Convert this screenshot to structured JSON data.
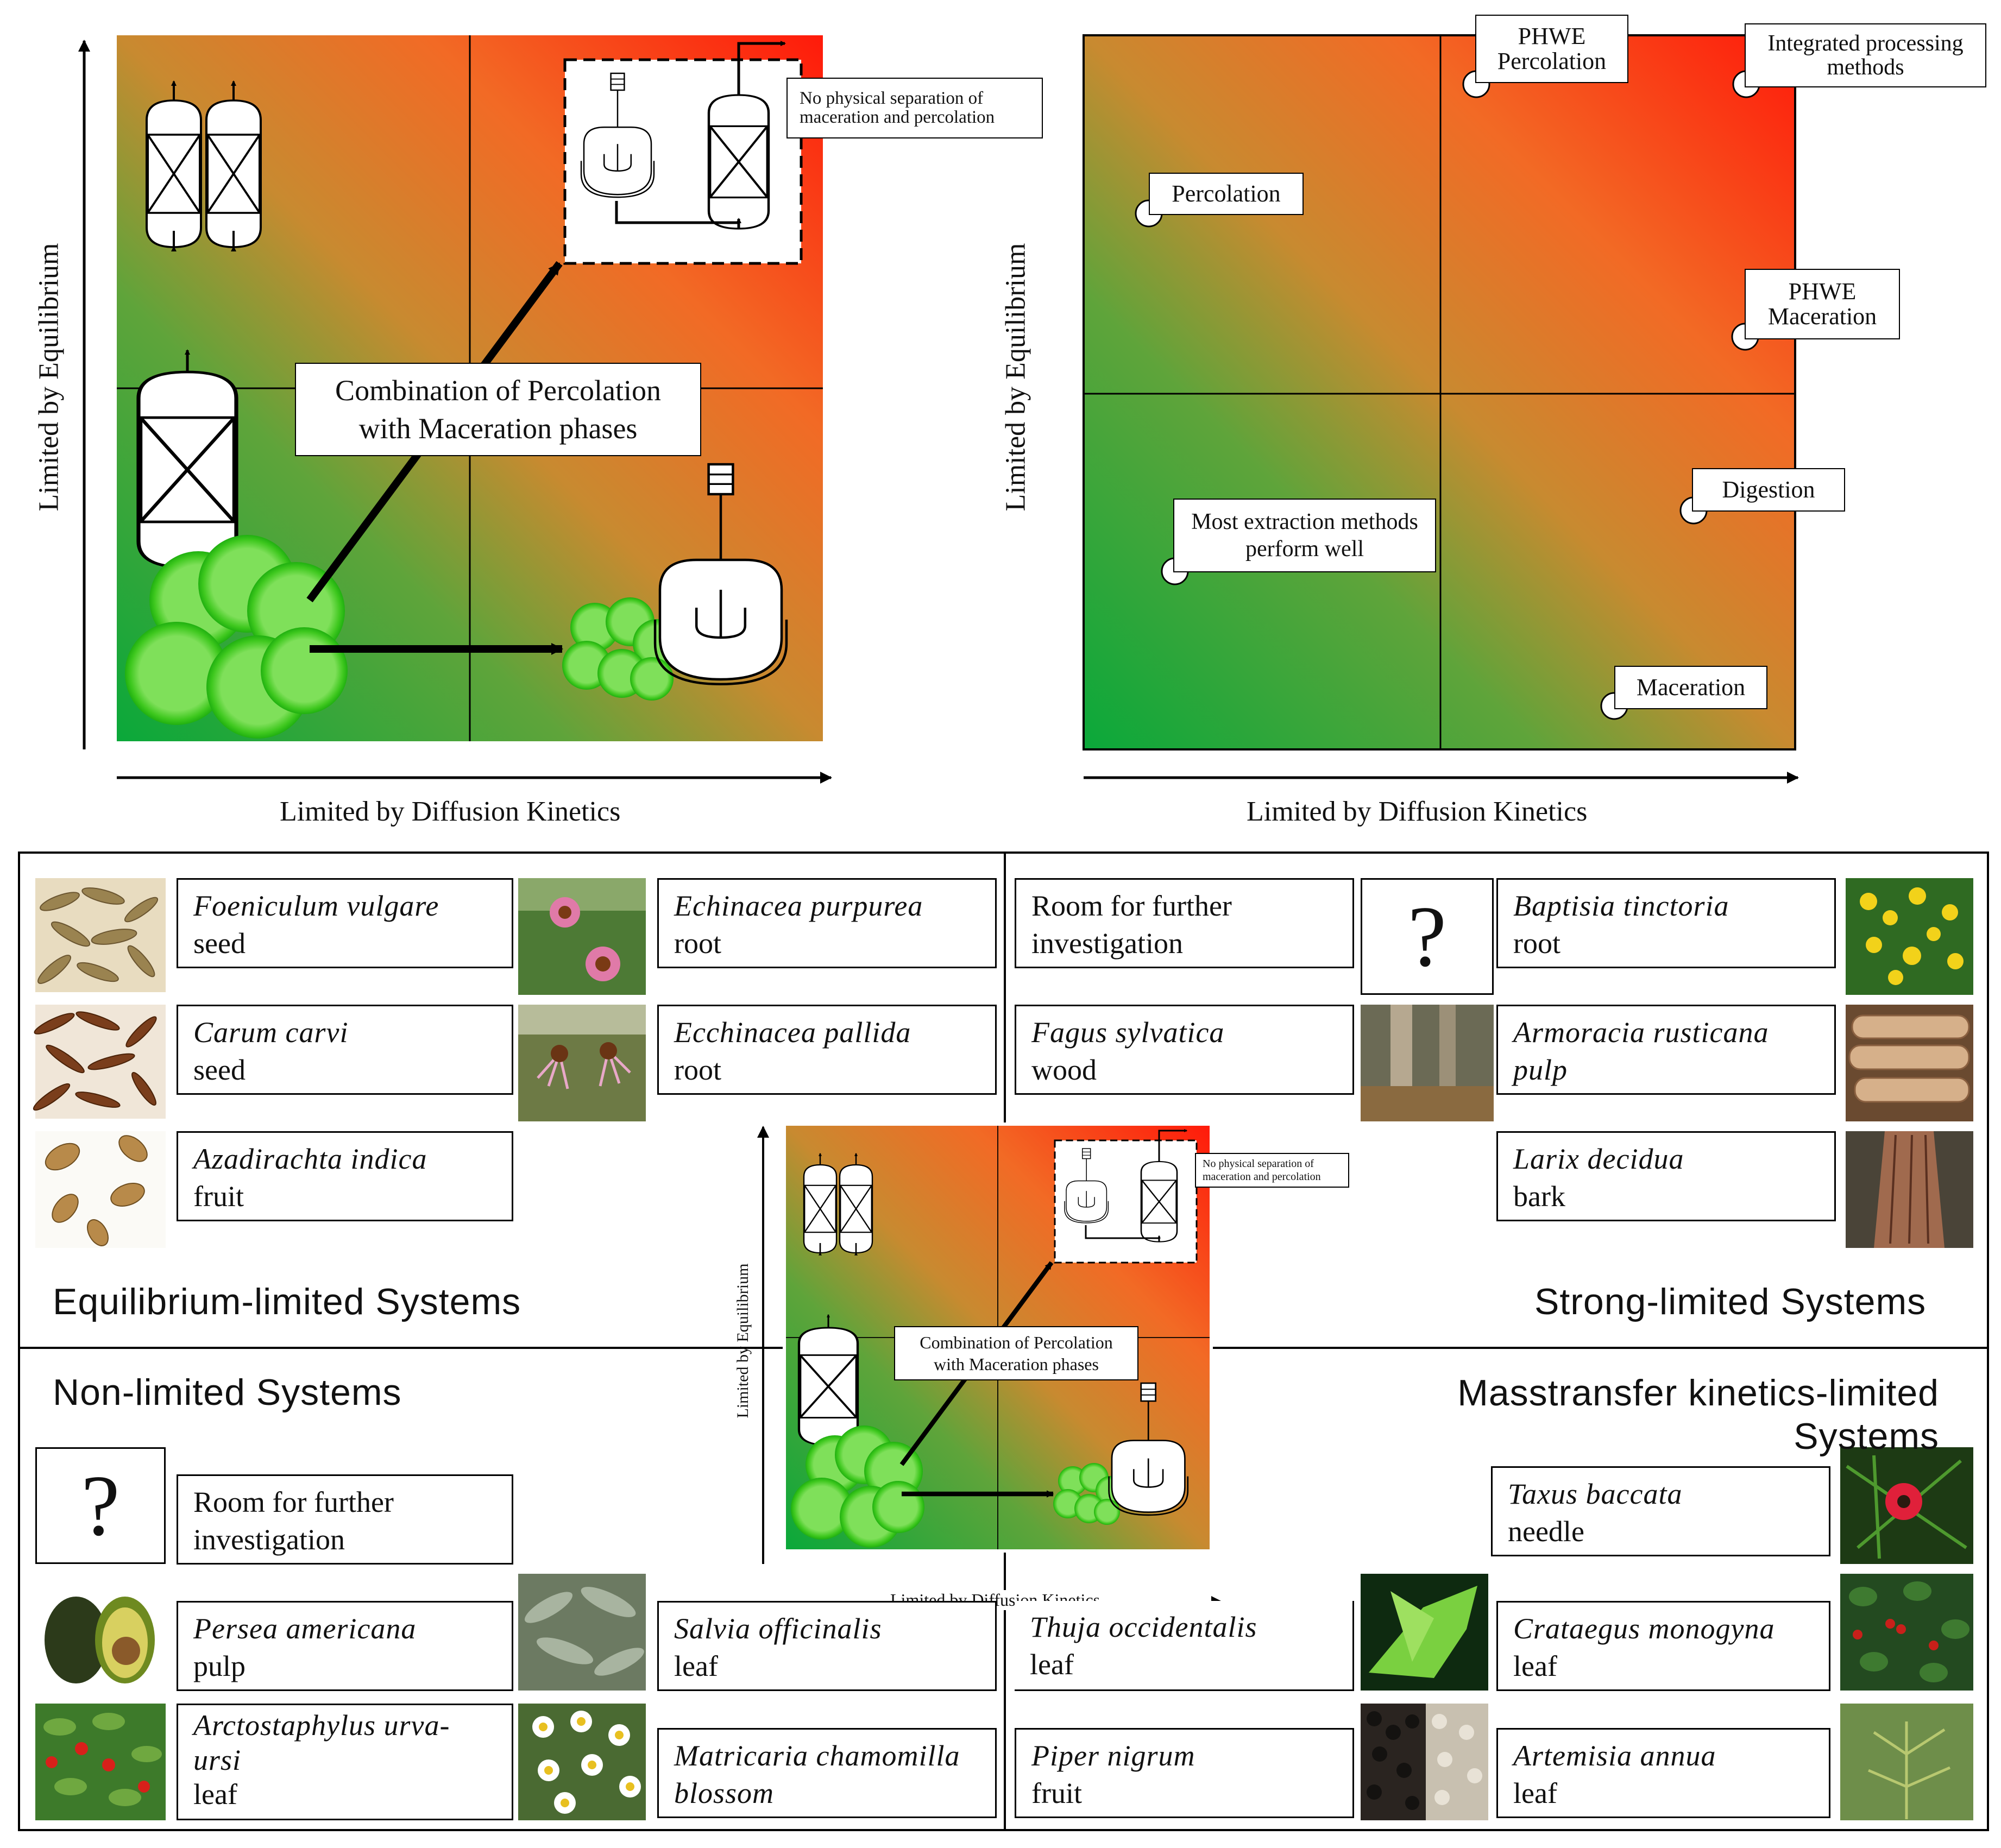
{
  "top_left": {
    "x_axis": "Limited by Diffusion Kinetics",
    "y_axis": "Limited by Equilibrium",
    "note": "No physical separation of maceration and percolation",
    "combo_label": "Combination of Percolation with Maceration phases"
  },
  "top_right": {
    "x_axis": "Limited by Diffusion Kinetics",
    "y_axis": "Limited by Equilibrium",
    "methods": {
      "phwe_percolation": "PHWE Percolation",
      "integrated": "Integrated processing methods",
      "percolation": "Percolation",
      "phwe_maceration": "PHWE Maceration",
      "digestion": "Digestion",
      "most": "Most extraction methods perform well",
      "maceration": "Maceration"
    }
  },
  "systems": {
    "equilibrium": "Equilibrium-limited Systems",
    "strong": "Strong-limited Systems",
    "non": "Non-limited Systems",
    "masstransfer": "Masstransfer kinetics-limited Systems"
  },
  "center": {
    "x_axis": "Limited by Diffusion Kinetics",
    "y_axis": "Limited by Equilibrium",
    "note": "No physical separation of maceration and percolation",
    "combo_label": "Combination of Percolation with Maceration phases"
  },
  "question_mark": "?",
  "room_label": "Room for further investigation",
  "plants": {
    "foeniculum": {
      "species": "Foeniculum vulgare",
      "part": "seed"
    },
    "echinacea_p": {
      "species": "Echinacea purpurea",
      "part": "root"
    },
    "carum": {
      "species": "Carum carvi",
      "part": "seed"
    },
    "echinacea_pal": {
      "species": "Ecchinacea pallida",
      "part": "root"
    },
    "azadirachta": {
      "species": "Azadirachta indica",
      "part": "fruit"
    },
    "fagus": {
      "species": "Fagus sylvatica",
      "part": "wood"
    },
    "baptisia": {
      "species": "Baptisia tinctoria",
      "part": "root"
    },
    "armoracia": {
      "species": "Armoracia rusticana",
      "part": "pulp"
    },
    "larix": {
      "species": "Larix decidua",
      "part": "bark"
    },
    "persea": {
      "species": "Persea americana",
      "part": "pulp"
    },
    "salvia": {
      "species": "Salvia officinalis",
      "part": "leaf"
    },
    "arctostaphylus": {
      "species": "Arctostaphylus urva-ursi",
      "part": "leaf"
    },
    "matricaria": {
      "species": "Matricaria chamomilla",
      "part": "blossom"
    },
    "taxus": {
      "species": "Taxus baccata",
      "part": "needle"
    },
    "thuja": {
      "species": "Thuja occidentalis",
      "part": "leaf"
    },
    "crataegus": {
      "species": "Crataegus monogyna",
      "part": "leaf"
    },
    "piper": {
      "species": "Piper nigrum",
      "part": "fruit"
    },
    "artemisia": {
      "species": "Artemisia annua",
      "part": "leaf"
    }
  }
}
